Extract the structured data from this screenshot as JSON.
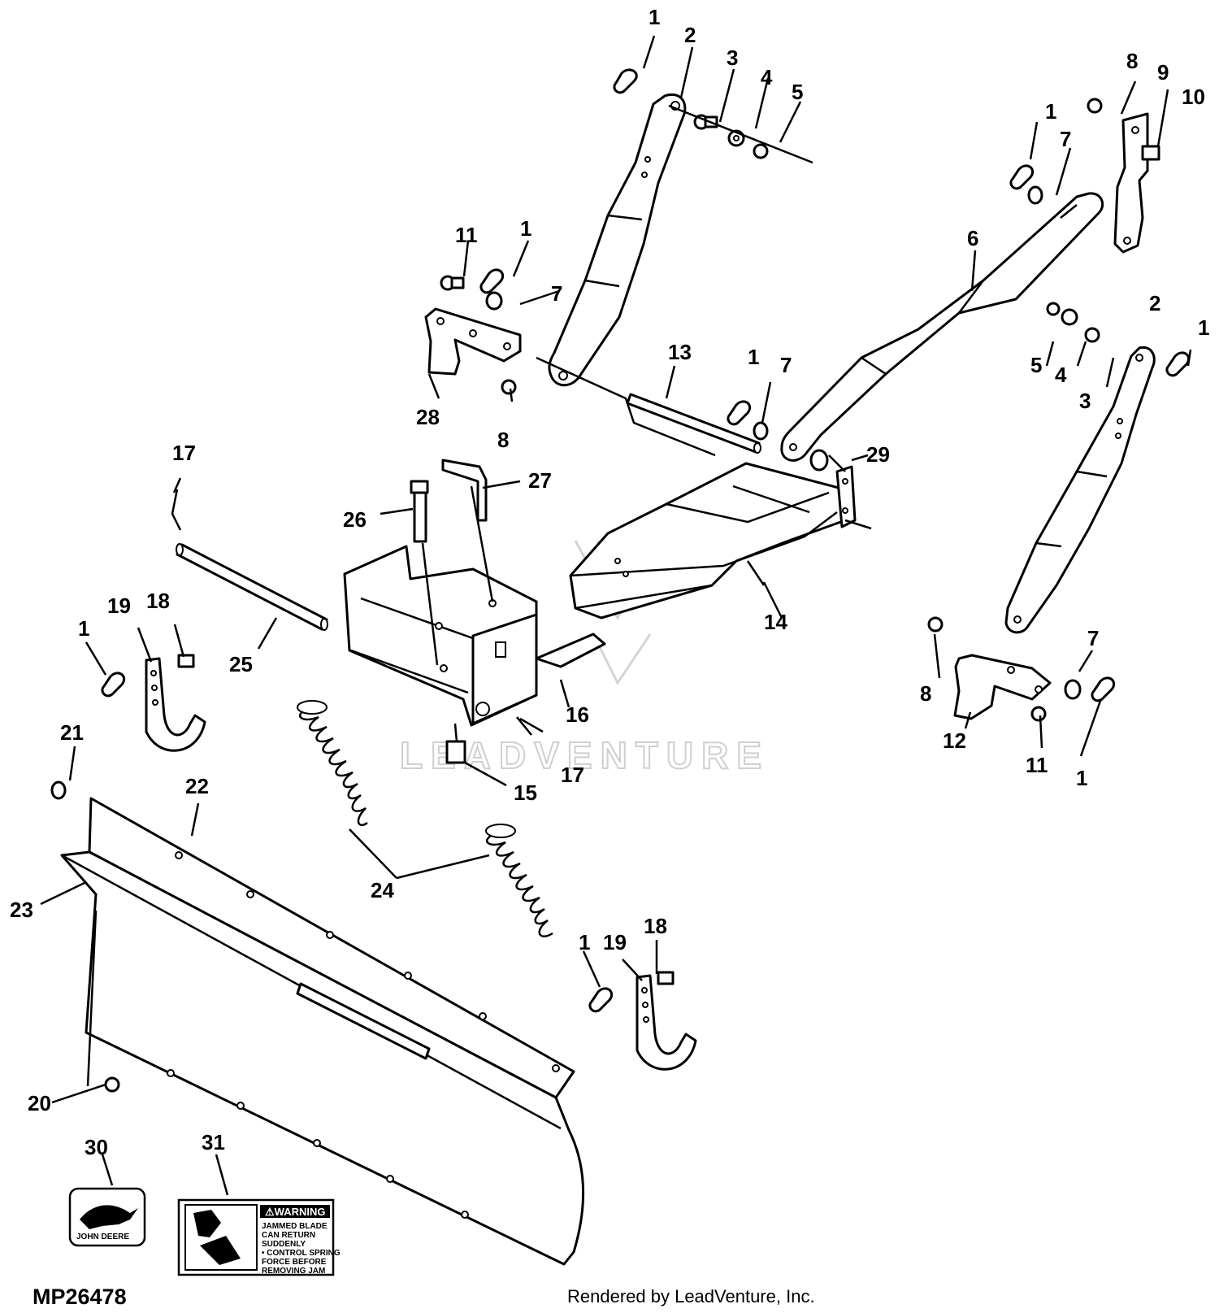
{
  "diagram": {
    "figure_id": "MP26478",
    "credit": "Rendered by LeadVenture, Inc.",
    "watermark": "LEADVENTURE",
    "callouts": [
      {
        "id": "c1a",
        "label": "1"
      },
      {
        "id": "c2a",
        "label": "2"
      },
      {
        "id": "c3a",
        "label": "3"
      },
      {
        "id": "c4a",
        "label": "4"
      },
      {
        "id": "c5a",
        "label": "5"
      },
      {
        "id": "c8a",
        "label": "8"
      },
      {
        "id": "c9a",
        "label": "9"
      },
      {
        "id": "c10a",
        "label": "10"
      },
      {
        "id": "c1b",
        "label": "1"
      },
      {
        "id": "c7a",
        "label": "7"
      },
      {
        "id": "c6a",
        "label": "6"
      },
      {
        "id": "c11a",
        "label": "11"
      },
      {
        "id": "c1c",
        "label": "1"
      },
      {
        "id": "c7b",
        "label": "7"
      },
      {
        "id": "c2b",
        "label": "2"
      },
      {
        "id": "c1d",
        "label": "1"
      },
      {
        "id": "c5b",
        "label": "5"
      },
      {
        "id": "c4b",
        "label": "4"
      },
      {
        "id": "c3b",
        "label": "3"
      },
      {
        "id": "c13a",
        "label": "13"
      },
      {
        "id": "c1e",
        "label": "1"
      },
      {
        "id": "c7c",
        "label": "7"
      },
      {
        "id": "c28a",
        "label": "28"
      },
      {
        "id": "c8b",
        "label": "8"
      },
      {
        "id": "c29a",
        "label": "29"
      },
      {
        "id": "c17a",
        "label": "17"
      },
      {
        "id": "c27a",
        "label": "27"
      },
      {
        "id": "c26a",
        "label": "26"
      },
      {
        "id": "c14a",
        "label": "14"
      },
      {
        "id": "c19a",
        "label": "19"
      },
      {
        "id": "c18a",
        "label": "18"
      },
      {
        "id": "c1f",
        "label": "1"
      },
      {
        "id": "c25a",
        "label": "25"
      },
      {
        "id": "c7d",
        "label": "7"
      },
      {
        "id": "c8c",
        "label": "8"
      },
      {
        "id": "c16a",
        "label": "16"
      },
      {
        "id": "c12a",
        "label": "12"
      },
      {
        "id": "c21a",
        "label": "21"
      },
      {
        "id": "c17b",
        "label": "17"
      },
      {
        "id": "c11b",
        "label": "11"
      },
      {
        "id": "c1g",
        "label": "1"
      },
      {
        "id": "c15a",
        "label": "15"
      },
      {
        "id": "c22a",
        "label": "22"
      },
      {
        "id": "c24a",
        "label": "24"
      },
      {
        "id": "c23a",
        "label": "23"
      },
      {
        "id": "c18b",
        "label": "18"
      },
      {
        "id": "c1h",
        "label": "1"
      },
      {
        "id": "c19b",
        "label": "19"
      },
      {
        "id": "c20a",
        "label": "20"
      },
      {
        "id": "c30a",
        "label": "30"
      },
      {
        "id": "c31a",
        "label": "31"
      }
    ],
    "decal_30": {
      "brand": "JOHN DEERE"
    },
    "decal_31": {
      "heading": "⚠WARNING",
      "lines": [
        "JAMMED BLADE",
        "CAN RETURN",
        "SUDDENLY",
        "• CONTROL SPRING",
        "FORCE BEFORE",
        "REMOVING JAM"
      ]
    }
  }
}
